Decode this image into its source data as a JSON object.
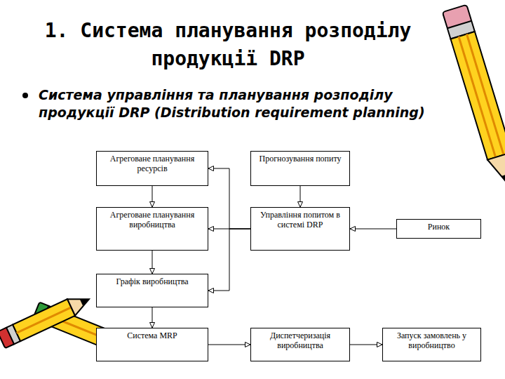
{
  "diagram": {
    "title": "1. Система планування розподілу продукції DRP",
    "nodes": [
      {
        "text": [
          "Агреговане планування ресурсів"
        ]
      },
      {
        "text": [
          "Прогнозування попиту"
        ]
      },
      {
        "text": [
          "Агреговане планування виробництва"
        ]
      },
      {
        "text": [
          "Управління попитом в системі DRP"
        ]
      },
      {
        "text": [
          "Ринок"
        ]
      },
      {
        "text": [
          "Графік виробництва"
        ]
      },
      {
        "text": [
          "Система MRP"
        ]
      },
      {
        "text": [
          "Диспетчеризація виробництва"
        ]
      },
      {
        "text": [
          "Запуск замовлень у виробництво"
        ]
      }
    ],
    "edges": [
      {
        "from": 0,
        "to": 2,
        "arrow": "to"
      },
      {
        "from": 2,
        "to": 5,
        "arrow": "to"
      },
      {
        "from": 5,
        "to": 6,
        "arrow": "to"
      },
      {
        "from": 1,
        "to": 3,
        "arrow": "to"
      },
      {
        "from": 4,
        "to": 3,
        "arrow": "to"
      },
      {
        "from": 3,
        "to": 0,
        "arrow": "to"
      },
      {
        "from": 3,
        "to": 2,
        "arrow": "to"
      },
      {
        "from": 3,
        "to": 5,
        "arrow": "to"
      },
      {
        "from": 6,
        "to": 7,
        "arrow": "to"
      },
      {
        "from": 7,
        "to": 8,
        "arrow": "to"
      }
    ],
    "labels": [
      "Система управління та планування розподілу продукції DRP (Distribution requirement planning)"
    ]
  }
}
